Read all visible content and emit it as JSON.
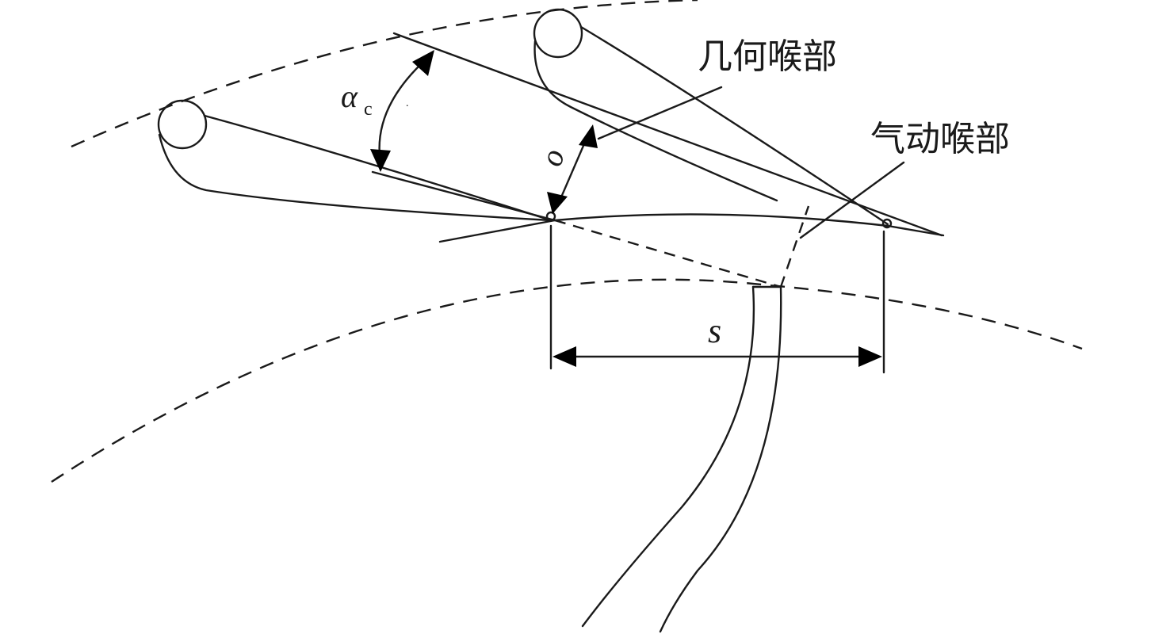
{
  "labels": {
    "geometric_throat": "几何喉部",
    "aero_throat": "气动喉部",
    "alpha": "α",
    "alpha_sub": "c",
    "o_label": "o",
    "s_label": "s"
  }
}
